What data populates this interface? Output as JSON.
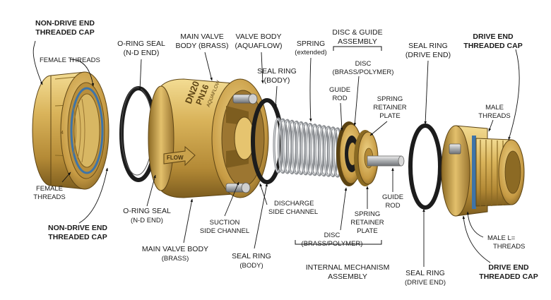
{
  "labels": {
    "nd_cap_top": [
      "NON-DRIVE END",
      "THREADED CAP"
    ],
    "female_threads_top": [
      "FEMALE THREADS"
    ],
    "oring_top": [
      "O-RING SEAL",
      "(N-D END)"
    ],
    "main_body_top": [
      "MAIN VALVE",
      "BODY (BRASS)"
    ],
    "valve_body_top": [
      "VALVE BODY",
      "(AQUAFLOW)"
    ],
    "seal_ring_body_top": [
      "SEAL RING",
      "(BODY)"
    ],
    "spring_top": [
      "SPRING",
      "(extended)"
    ],
    "disc_guide_top": [
      "DISC & GUIDE",
      "ASSEMBLY"
    ],
    "disc_top": [
      "DISC",
      "(BRASS/POLYMER)"
    ],
    "guide_rod_top": [
      "GUIDE",
      "ROD"
    ],
    "spring_retainer_top": [
      "SPRING",
      "RETAINER",
      "PLATE"
    ],
    "seal_ring_drive_top": [
      "SEAL RING",
      "(DRIVE END)"
    ],
    "drive_cap_top": [
      "DRIVE END",
      "THREADED CAP"
    ],
    "male_threads_top": [
      "MALE",
      "THREADS"
    ],
    "female_threads_bottom": [
      "FEMALE",
      "THREADS"
    ],
    "nd_cap_bottom": [
      "NON-DRIVE END",
      "THREADED CAP"
    ],
    "oring_bottom": [
      "O-RING SEAL",
      "(N-D END)"
    ],
    "main_body_bottom": [
      "MAIN VALVE BODY",
      "(BRASS)"
    ],
    "suction_channel": [
      "SUCTION",
      "SIDE CHANNEL"
    ],
    "discharge_channel": [
      "DISCHARGE",
      "SIDE CHANNEL"
    ],
    "seal_ring_body_bottom": [
      "SEAL RING",
      "(BODY)"
    ],
    "disc_bottom": [
      "DISC",
      "(BRASS/POLYMER)"
    ],
    "spring_retainer_bottom": [
      "SPRING",
      "RETAINER",
      "PLATE"
    ],
    "guide_rod_bottom": [
      "GUIDE",
      "ROD"
    ],
    "internal_mech": [
      "INTERNAL MECHANISM",
      "ASSEMBLY"
    ],
    "seal_ring_drive_bottom": [
      "SEAL RING",
      "(DRIVE END)"
    ],
    "male_threads_bottom": [
      "MALE L=",
      "THREADS"
    ],
    "drive_cap_bottom": [
      "DRIVE END",
      "THREADED CAP"
    ]
  },
  "body_markings": {
    "line1": "DN20",
    "line2": "PN16",
    "brand": "AQUAFLOW",
    "arrow": "FLOW"
  },
  "colors": {
    "brass_light": "#e8c871",
    "brass_mid": "#c9a14a",
    "brass_dark": "#8a6a23",
    "rubber": "#1c1c1c",
    "steel": "#b9bcbf"
  }
}
